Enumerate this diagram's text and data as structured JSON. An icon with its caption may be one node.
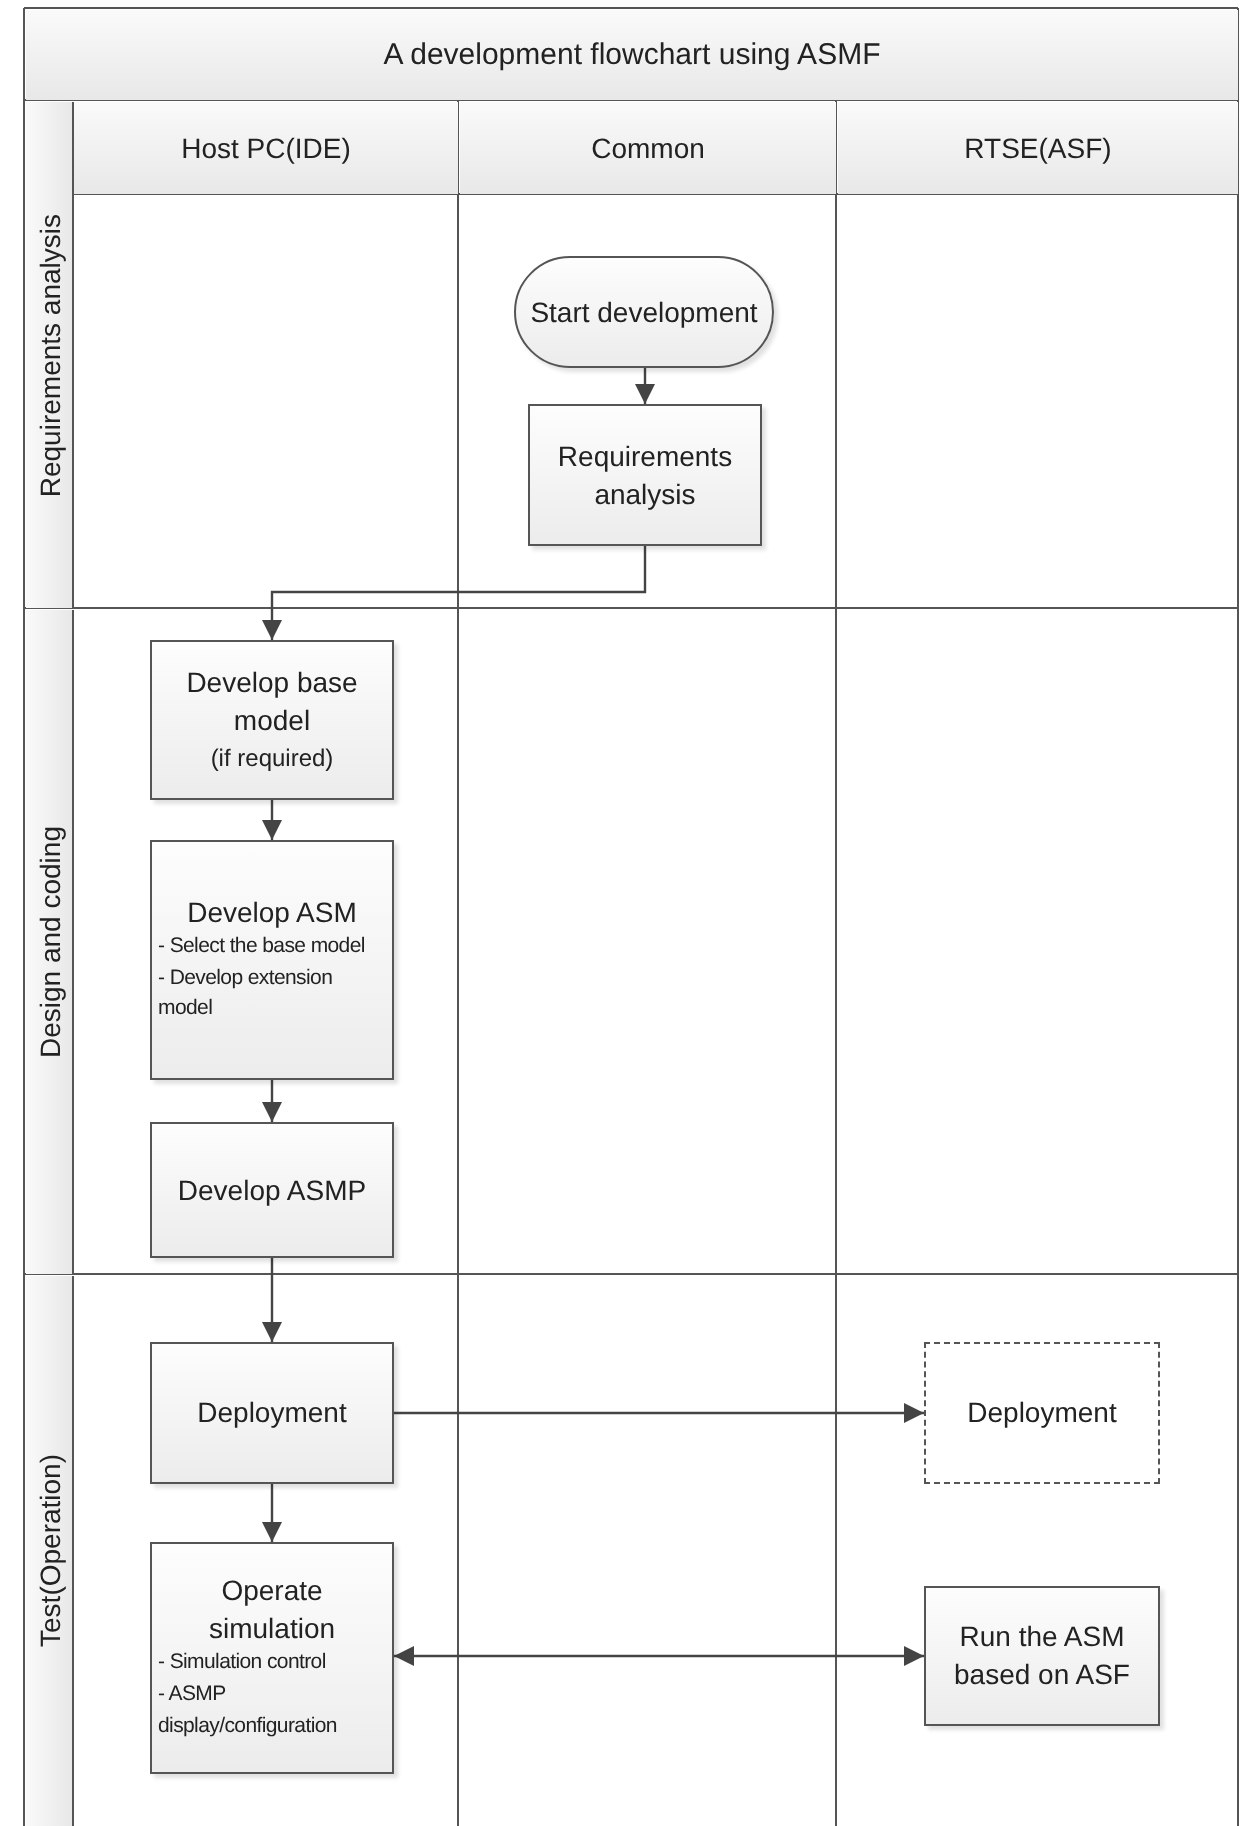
{
  "diagram": {
    "title": "A development flowchart using ASMF",
    "nodes": [
      {
        "text": [
          "Start development"
        ]
      },
      {
        "text": [
          "Requirements analysis"
        ]
      },
      {
        "text": [
          "Develop base model",
          "(if required)"
        ]
      },
      {
        "text": [
          "Develop ASM",
          "- Select the base model",
          "- Develop extension model"
        ]
      },
      {
        "text": [
          "Develop ASMP"
        ]
      },
      {
        "text": [
          "Deployment"
        ]
      },
      {
        "text": [
          "Deployment"
        ]
      },
      {
        "text": [
          "Operate simulation",
          "- Simulation control",
          "- ASMP display/configuration"
        ]
      },
      {
        "text": [
          "Run the ASM based on ASF"
        ]
      }
    ],
    "edges": [
      {
        "from": 0,
        "to": 1,
        "arrow": "to"
      },
      {
        "from": 1,
        "to": 2,
        "arrow": "to"
      },
      {
        "from": 2,
        "to": 3,
        "arrow": "to"
      },
      {
        "from": 3,
        "to": 4,
        "arrow": "to"
      },
      {
        "from": 4,
        "to": 5,
        "arrow": "to"
      },
      {
        "from": 5,
        "to": 6,
        "arrow": "to"
      },
      {
        "from": 5,
        "to": 7,
        "arrow": "to"
      },
      {
        "from": 7,
        "to": 8,
        "arrow": "both"
      }
    ],
    "labels": [
      "Host PC(IDE)",
      "Common",
      "RTSE(ASF)",
      "Requirements analysis",
      "Design and coding",
      "Test(Operation)"
    ]
  }
}
